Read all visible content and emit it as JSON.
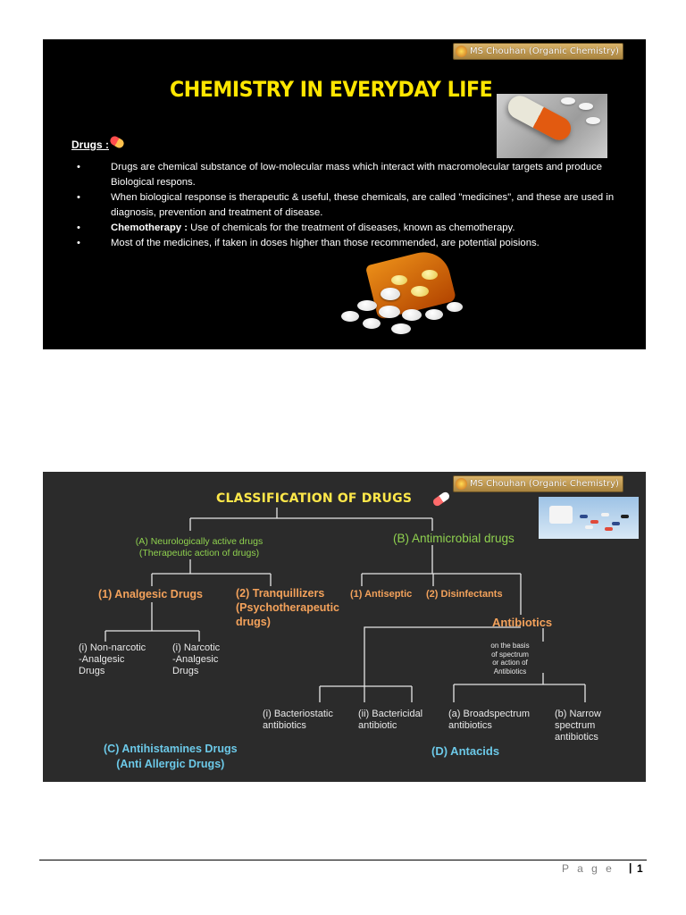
{
  "brand": {
    "label": "MS Chouhan (Organic Chemistry)"
  },
  "slide1": {
    "title": "CHEMISTRY IN EVERYDAY LIFE",
    "heading": "Drugs :",
    "bullets": [
      {
        "bullet": "•",
        "bold": "",
        "text": "Drugs are chemical substance of low-molecular mass which interact with macromolecular targets and produce Biological respons."
      },
      {
        "bullet": "•",
        "bold": "",
        "text": "When biological response is therapeutic & useful, these chemicals, are called \"medicines\", and these are used in diagnosis, prevention and treatment of disease."
      },
      {
        "bullet": "•",
        "bold": "Chemotherapy :",
        "text": " Use of chemicals for the treatment of diseases, known as chemotherapy."
      },
      {
        "bullet": "•",
        "bold": "",
        "text": "Most of the medicines, if taken in doses higher than those recommended, are potential poisions."
      }
    ]
  },
  "slide2": {
    "title": "CLASSIFICATION OF DRUGS",
    "neuro": [
      "(A) Neurologically active drugs",
      "(Therapeutic action of drugs)"
    ],
    "antimicrobial": "(B) Antimicrobial drugs",
    "analgesic": "(1) Analgesic Drugs",
    "tranquillizers": [
      "(2) Tranquillizers",
      "(Psychotherapeutic",
      "drugs)"
    ],
    "antiseptic": "(1) Antiseptic",
    "disinfectants": "(2) Disinfectants",
    "antibiotics": "Antibiotics",
    "non_narcotic": [
      "(i) Non-narcotic",
      "-Analgesic",
      "Drugs"
    ],
    "narcotic": [
      "(i) Narcotic",
      "-Analgesic",
      "Drugs"
    ],
    "basis_note": [
      "on the basis",
      "of spectrum",
      "or action of",
      "Antibiotics"
    ],
    "bacteriostatic": [
      "(i) Bacteriostatic",
      "antibiotics"
    ],
    "bactericidal": [
      "(ii) Bactericidal",
      "antibiotic"
    ],
    "broadspectrum": [
      "(a) Broadspectrum",
      "antibiotics"
    ],
    "narrow": [
      "(b) Narrow",
      "spectrum",
      "antibiotics"
    ],
    "antihistamines": [
      "(C) Antihistamines Drugs",
      "(Anti Allergic Drugs)"
    ],
    "antacids": "(D) Antacids"
  },
  "footer": {
    "page_label": "P a g e",
    "separator": "|",
    "page_number": "1"
  }
}
